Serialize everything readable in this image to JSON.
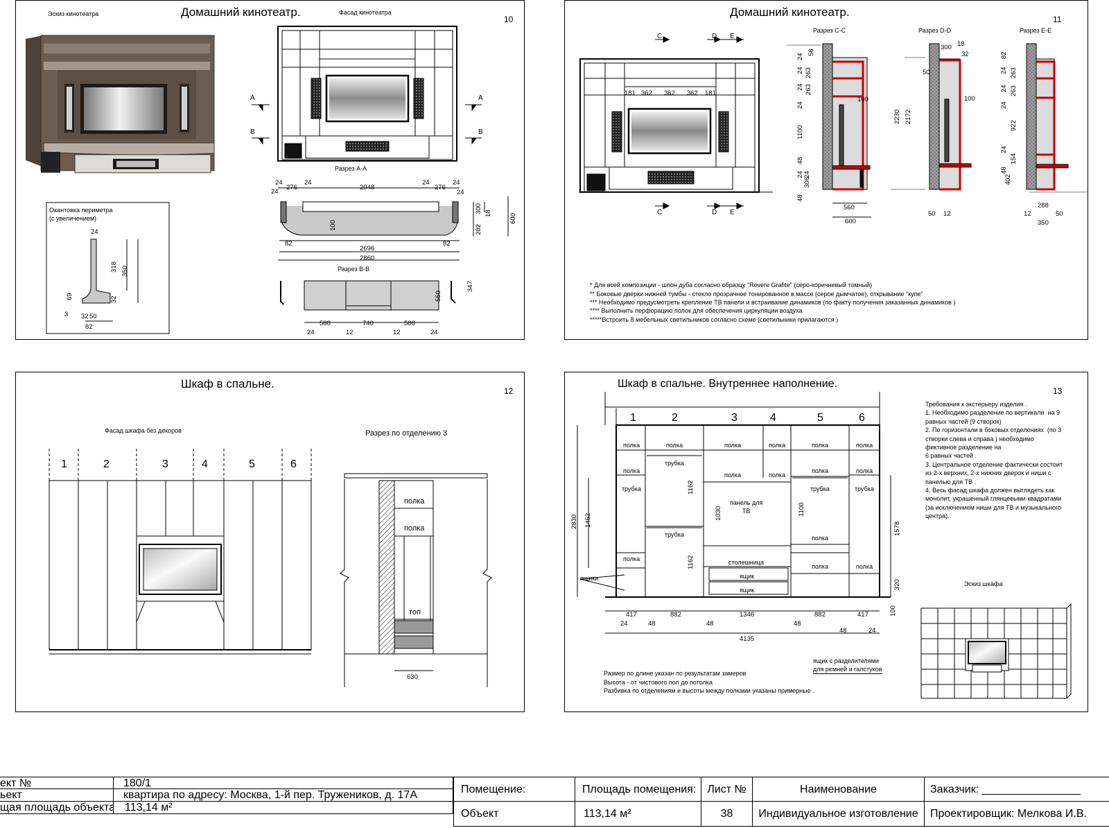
{
  "sheet10": {
    "title": "Домашний кинотеатр.",
    "page": "10",
    "sketch_label": "Эскиз кинотеатра",
    "facade_label": "Фасад кинотеатра",
    "section_aa": "Разрез А-А",
    "section_bb": "Разрез В-В",
    "marker_a": "А",
    "marker_b": "В",
    "edge_title": "Окантовка периметра\n(с увеличением)",
    "edge_dims": {
      "d24": "24",
      "d318": "318",
      "d350": "350",
      "d69": "69",
      "d32": "32",
      "d3": "3",
      "d32b": "32",
      "d50": "50",
      "d82": "82"
    },
    "aa_dims": {
      "d24a": "24",
      "d276a": "276",
      "d24b": "24",
      "d2048": "2048",
      "d24c": "24",
      "d276b": "276",
      "d24d": "24",
      "d24e": "24",
      "d24f": "24",
      "d300": "300",
      "d18": "18",
      "d600": "600",
      "d100": "100",
      "d282": "282",
      "d82a": "82",
      "d82b": "82",
      "d2696": "2696",
      "d2860": "2860"
    },
    "bb_dims": {
      "d588a": "588",
      "d740": "740",
      "d588b": "588",
      "d24a": "24",
      "d12a": "12",
      "d12b": "12",
      "d24b": "24",
      "d550": "550",
      "d347": "347"
    }
  },
  "sheet11": {
    "title": "Домашний кинотеатр.",
    "page": "11",
    "markers": [
      "C",
      "D",
      "E"
    ],
    "facade_dims": [
      "181",
      "362",
      "362",
      "362",
      "181"
    ],
    "sec_cc": "Разрез C-C",
    "sec_dd": "Разрез D-D",
    "sec_ee": "Разрез E-E",
    "cc_dims": {
      "d24a": "24",
      "d58": "58",
      "d24b": "24",
      "d263a": "263",
      "d24c": "24",
      "d263b": "263",
      "d24d": "24",
      "d100": "100",
      "d1100": "1100",
      "d48a": "48",
      "d24e": "24",
      "d24f": "24",
      "d306": "306",
      "d48b": "48",
      "d560": "560",
      "d600": "600"
    },
    "dd_dims": {
      "d300": "300",
      "d18": "18",
      "d32": "32",
      "d50": "50",
      "d100": "100",
      "d2230": "2230",
      "d2172": "2172",
      "d50b": "50",
      "d12": "12"
    },
    "ee_dims": {
      "d82": "82",
      "d24a": "24",
      "d263a": "263",
      "d24b": "24",
      "d263b": "263",
      "d24c": "24",
      "d922": "922",
      "d24d": "24",
      "d154": "154",
      "d48": "48",
      "d402": "402",
      "d288": "288",
      "d12": "12",
      "d50": "50",
      "d350": "350"
    },
    "notes": [
      "* Для всей композиции  - шпон дуба согласно образцу  \"Rovere Grafite\" (серо-коричневый томный)",
      "** Боковые дверки нижней тумбы  - стекло прозрачное тонированное в массе  (серое дымчатое), открывание \"купе\"",
      "*** Необходимо предусмотреть крепление ТВ панели и встраивание динамиков   (по факту получения заказанных динамиков )",
      "**** Выполнить перфорацию полок для обеспечения циркуляции воздуха",
      "*****Встроить 8 мебельных светильников согласно схеме  (светильники прилагаются )"
    ]
  },
  "sheet12": {
    "title": "Шкаф в спальне.",
    "page": "12",
    "facade_label": "Фасад шкафа без декоров",
    "section_label": "Разрез по отделению  3",
    "columns": [
      "1",
      "2",
      "3",
      "4",
      "5",
      "6"
    ],
    "shelf1": "полка",
    "shelf2": "полка",
    "top": "топ",
    "d630": "630"
  },
  "sheet13": {
    "title": "Шкаф в спальне. Внутреннее наполнение.",
    "page": "13",
    "columns": [
      "1",
      "2",
      "3",
      "4",
      "5",
      "6"
    ],
    "labels": {
      "polka": "полка",
      "trubka": "трубка",
      "panel": "панель для\nТВ",
      "stoleshnica": "столешница",
      "yashik": "ящик",
      "yashiki": "ящики"
    },
    "vdims": {
      "d2830": "2830",
      "d1452": "1452",
      "d1162a": "1162",
      "d1162b": "1162",
      "d1030": "1030",
      "d1100": "1100",
      "d1578": "1578",
      "d320": "320",
      "d100": "100"
    },
    "hdims": [
      "417",
      "882",
      "1346",
      "882",
      "417"
    ],
    "small_dims": {
      "d24a": "24",
      "d48a": "48",
      "d48b": "48",
      "d48c": "48",
      "d48d": "48",
      "d24b": "24",
      "d4135": "4135"
    },
    "belt_note": "ящик с разделителями\nдля ремней и галстуков",
    "requirements": "Требования к экстерьеру изделия .\n1. Необходимо разделение по вертикали  на 9 равных частей (9 створок)\n2. По горизонтали в боковых отделениях  (по 3 створки слева и справа ) необходимо фиктивное разделение на\n6 равных частей .\n3. Центральное отделение фактически состоит из 2-х верхних, 2-х нижних дверок и ниши с панелью для ТВ .\n4. Весь фасад шкафа должен выглядеть как монолит, украшенный глянцевыми квадратами (за исключением ниши для ТВ и музыкального центра).",
    "sketch_label": "Эскиз шкафа",
    "bottom_notes": "Размер по длине указан по результатам замеров\nВысота - от чистового пол до потолка\nРазбивка по отделениям и высоты между полками указаны примерные ."
  },
  "title_block": {
    "project_label": "ект №",
    "project_value": "180/1",
    "object_label": "ьект",
    "object_value": "квартира по адресу: Москва, 1-й пер. Тружеников, д. 17А",
    "area_label": "щая площадь объекта",
    "area_value": "113,14 м²",
    "room_label": "Помещение:",
    "room_value": "Объект",
    "room_area_label": "Площадь помещения:",
    "room_area_value": "113,14 м²",
    "sheet_label": "Лист №",
    "sheet_value": "38",
    "name_label": "Наименование",
    "name_value": "Индивидуальное изготовление",
    "customer_label": "Заказчик: ________________",
    "designer_label": "Проектировщик: Мелкова И.В."
  }
}
